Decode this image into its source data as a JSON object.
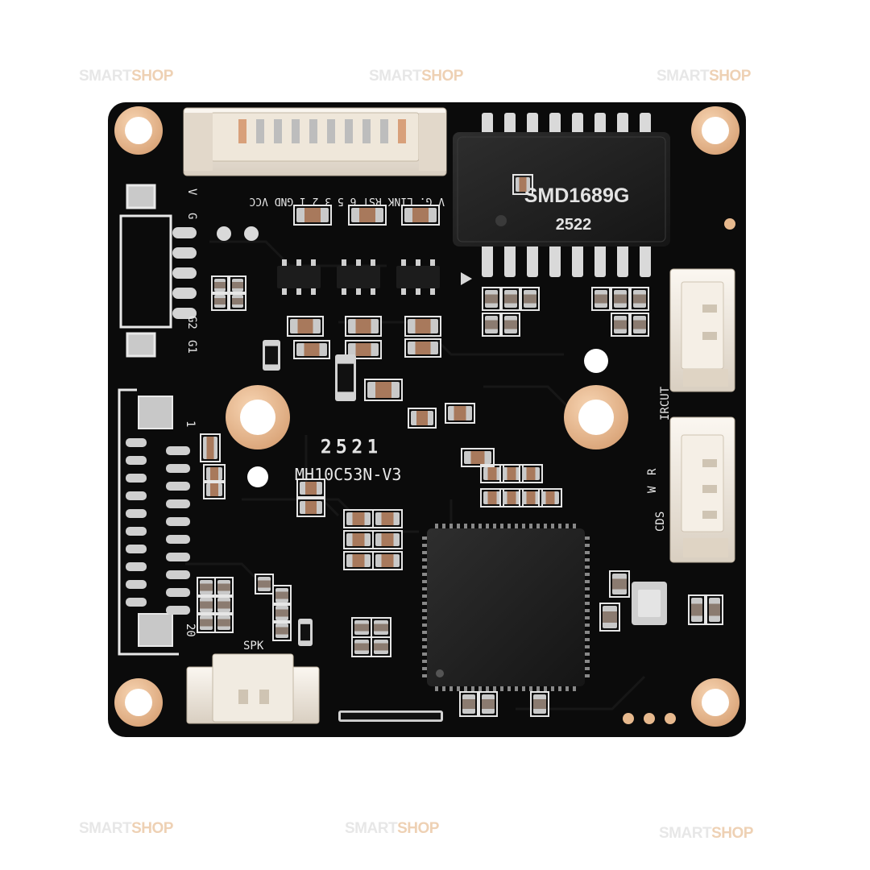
{
  "watermark": {
    "part1": "SMART",
    "part2": "SHOP"
  },
  "board": {
    "chip_label": "SMD1689G",
    "chip_code": "2522",
    "model": "MH10C53N-V3",
    "date_code": "2521",
    "connector_label": "V G. LINK RST 6 5 3 2 1 GND VCC",
    "label_v": "V",
    "label_g": "G",
    "label_g2": "G2",
    "label_g1": "G1",
    "label_1": "1",
    "label_20": "20",
    "label_spk": "SPK",
    "label_ircut": "IRCUT",
    "label_cds": "CDS",
    "label_w": "W",
    "label_r": "R"
  },
  "colors": {
    "pcb": "#0b0b0b",
    "pad": "#e7b98e",
    "connector": "#ece4d8",
    "chip": "#1e1e1e"
  }
}
